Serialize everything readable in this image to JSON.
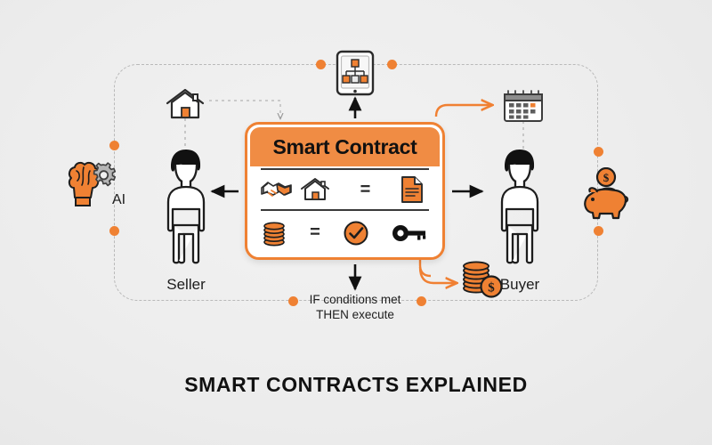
{
  "diagram": {
    "title": "SMART CONTRACTS EXPLAINED",
    "background_color": "#eeeeee",
    "accent_color": "#ef8133",
    "ink_color": "#1d1d1d",
    "card": {
      "heading": "Smart Contract",
      "heading_bg": "#f08c44",
      "border_color": "#ef8133",
      "rows": [
        {
          "id": "row-assets",
          "items": [
            "handshake-icon",
            "house-icon",
            "equals-sign",
            "document-icon"
          ],
          "equals": "="
        },
        {
          "id": "row-payment",
          "items": [
            "coin-stack-icon",
            "equals-sign",
            "check-circle-icon",
            "key-icon"
          ],
          "equals": "="
        }
      ]
    },
    "actors": [
      {
        "id": "seller",
        "label": "Seller"
      },
      {
        "id": "buyer",
        "label": "Buyer"
      }
    ],
    "nodes": [
      {
        "id": "ai",
        "label": "AI",
        "icon": "brain-gear-icon"
      },
      {
        "id": "house",
        "label": "",
        "icon": "house-icon"
      },
      {
        "id": "blockchain",
        "label": "",
        "icon": "tablet-network-icon"
      },
      {
        "id": "calendar",
        "label": "",
        "icon": "calendar-icon"
      },
      {
        "id": "piggy",
        "label": "",
        "icon": "piggy-bank-icon"
      },
      {
        "id": "coins",
        "label": "",
        "icon": "coin-stack-dollar-icon"
      }
    ],
    "condition": {
      "line1": "IF conditions met",
      "line2": "THEN execute"
    },
    "connector_dots": 6
  }
}
